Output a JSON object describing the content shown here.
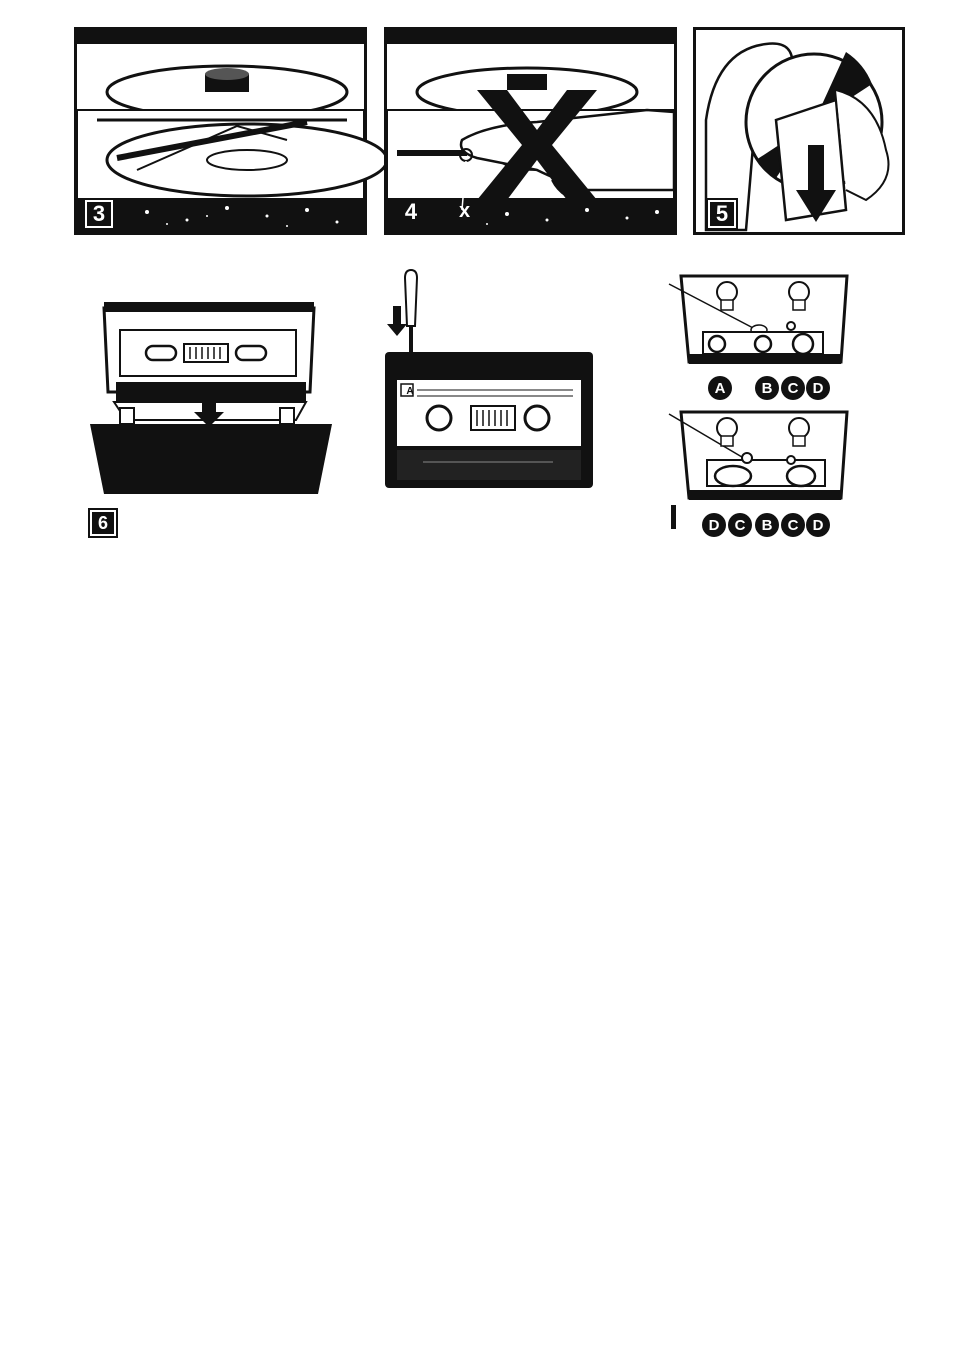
{
  "steps": {
    "step3": "3",
    "step4": "4",
    "step4_mark": "x",
    "step5": "5",
    "step6": "6"
  },
  "cassette": {
    "side_label": "A"
  },
  "head_diagram_top": {
    "callouts": [
      "A",
      "B",
      "C",
      "D"
    ]
  },
  "head_diagram_bottom": {
    "callouts": [
      "D",
      "C",
      "B",
      "C",
      "D"
    ]
  },
  "colors": {
    "ink": "#111111",
    "paper": "#ffffff"
  }
}
